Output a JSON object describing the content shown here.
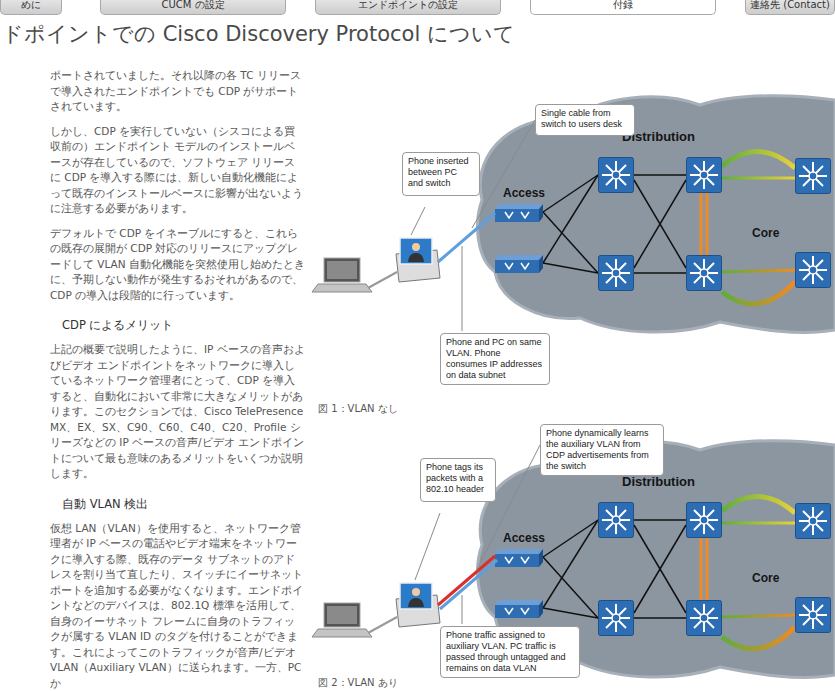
{
  "diagram": {
    "title": "ドポイントでの Cisco Discovery Protocol について",
    "nodes": [
      {
        "text": [
          "Single cable from switch to users desk"
        ]
      },
      {
        "text": [
          "Phone inserted between PC and switch"
        ]
      },
      {
        "text": [
          "Phone and PC on same VLAN. Phone consumes IP addresses on data subnet"
        ]
      },
      {
        "text": [
          "Phone dynamically learns the auxiliary VLAN from CDP advertisements from the switch"
        ]
      },
      {
        "text": [
          "Phone tags its packets with a 802.10 header"
        ]
      },
      {
        "text": [
          "Phone traffic assigned to auxiliary VLAN. PC traffic is passed through untagged and remains on data VLAN"
        ]
      }
    ],
    "labels": [
      "めに",
      "CUCM の設定",
      "エンドポイントの設定",
      "付録",
      "連絡先 (Contact)",
      "ポートされていました。それ以降の各 TC リリースで導入されたエンドポイントでも CDP がサポートされています。",
      "しかし、CDP を実行していない（シスコによる買収前の）エンドポイント モデルのインストールベースが存在しているので、ソフトウェア リリースに CDP を導入する際には、新しい自動化機能によって既存のインストールベースに影響が出ないように注意する必要があります。",
      "デフォルトで CDP をイネーブルにすると、これらの既存の展開が CDP 対応のリリースにアップグレードして VLAN 自動化機能を突然使用し始めたときに、予期しない動作が発生するおそれがあるので、CDP の導入は段階的に行っています。",
      "CDP によるメリット",
      "上記の概要で説明したように、IP ベースの音声およびビデオ エンドポイントをネットワークに導入しているネットワーク管理者にとって、CDP を導入すると、自動化において非常に大きなメリットがあります。このセクションでは、Cisco TelePresence MX、EX、SX、C90、C60、C40、C20、Profile シリーズなどの IP ベースの音声/ビデオ エンドポイントについて最も意味のあるメリットをいくつか説明します。",
      "自動 VLAN 検出",
      "仮想 LAN（VLAN）を使用すると、ネットワーク管理者が IP ベースの電話やビデオ端末をネットワークに導入する際、既存のデータ サブネットのアドレスを割り当て直したり、スイッチにイーサネット ポートを追加する必要がなくなります。エンドポイントなどのデバイスは、802.1Q 標準を活用して、自身のイーサネット フレームに自身のトラフィックが属する VLAN ID のタグを付けることができます。これによってこのトラフィックが音声/ビデオ VLAN（Auxiliary VLAN）に送られます。一方、PC か",
      "Access",
      "Distribution",
      "Core",
      "図 1：VLAN なし",
      "Access",
      "Distribution",
      "Core",
      "図 2：VLAN あり"
    ]
  }
}
